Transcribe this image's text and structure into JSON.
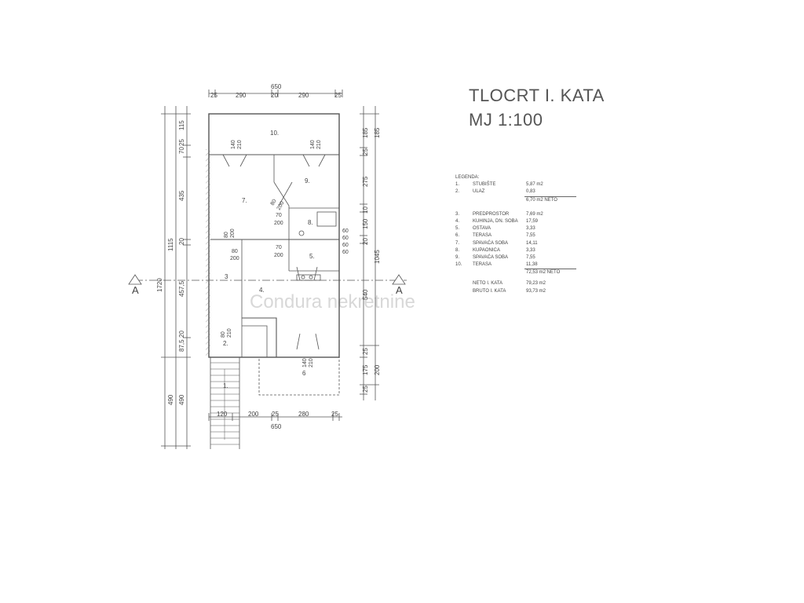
{
  "title": {
    "line1": "TLOCRT I. KATA",
    "line2": "MJ 1:100"
  },
  "legend": {
    "heading": "LEGENDA:",
    "group1": [
      {
        "num": "1.",
        "name": "STUBIŠTE",
        "value": "5,87 m2"
      },
      {
        "num": "2.",
        "name": "ULAZ",
        "value": "0,83"
      }
    ],
    "group1_total": "6,70 m2 NETO",
    "group2": [
      {
        "num": "3.",
        "name": "PREDPROSTOR",
        "value": "7,69 m2"
      },
      {
        "num": "4.",
        "name": "KUHINJA, DN. SOBA",
        "value": "17,59"
      },
      {
        "num": "5.",
        "name": "OSTAVA",
        "value": "3,33"
      },
      {
        "num": "6.",
        "name": "TERASA",
        "value": "7,55"
      },
      {
        "num": "7.",
        "name": "SPAVAĆA SOBA",
        "value": "14,11"
      },
      {
        "num": "8.",
        "name": "KUPAONICA",
        "value": "3,33"
      },
      {
        "num": "9.",
        "name": "SPAVAĆA SOBA",
        "value": "7,55"
      },
      {
        "num": "10.",
        "name": "TERASA",
        "value": "11,38"
      }
    ],
    "group2_total": "72,53 m2 NETO",
    "neto": {
      "label": "NETO I. KATA",
      "value": "79,23 m2"
    },
    "bruto": {
      "label": "BRUTO I. KATA",
      "value": "93,73 m2"
    }
  },
  "plan": {
    "section_mark": "A",
    "watermark": "Condura nekretnine",
    "dims_top_total": "650",
    "dims_top": [
      "25",
      "290",
      "20",
      "290",
      "25"
    ],
    "dims_bottom_total": "650",
    "dims_bottom": [
      "120",
      "200",
      "25",
      "280",
      "25"
    ],
    "dims_left_outer": [
      "1720"
    ],
    "dims_left_mid": [
      "1115",
      "490"
    ],
    "dims_left_inner": [
      "115",
      "25",
      "70",
      "435",
      "20",
      "457,5",
      "87,5",
      "20",
      "490"
    ],
    "dims_right_inner": [
      "185",
      "25",
      "275",
      "10",
      "150",
      "20",
      "540",
      "25",
      "175",
      "25"
    ],
    "dims_right_outer": [
      "185",
      "1045",
      "200"
    ],
    "rooms": [
      "1.",
      "2.",
      "3",
      "4.",
      "5.",
      "6",
      "7.",
      "8.",
      "9.",
      "10."
    ],
    "openings": [
      [
        "140",
        "210"
      ],
      [
        "140",
        "210"
      ],
      [
        "80",
        "200"
      ],
      [
        "70",
        "200"
      ],
      [
        "80",
        "200"
      ],
      [
        "80",
        "200"
      ],
      [
        "70",
        "200"
      ],
      [
        "80",
        "210"
      ],
      [
        "140",
        "210"
      ]
    ],
    "window_marks": [
      "60",
      "60",
      "60",
      "60"
    ]
  }
}
